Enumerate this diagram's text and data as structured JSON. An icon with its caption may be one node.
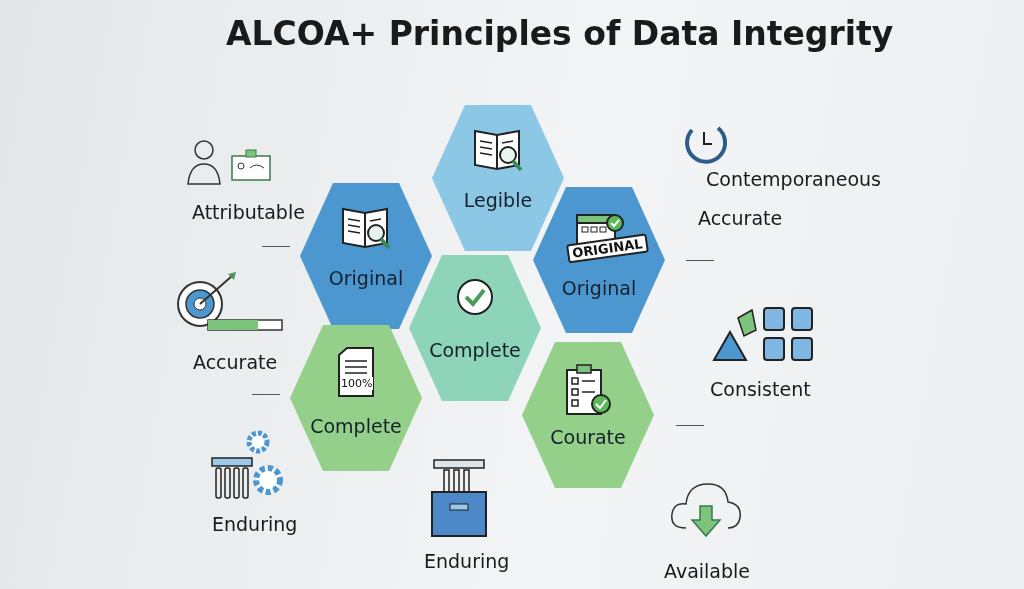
{
  "diagram": {
    "title": "ALCOA+ Principles of Data Integrity",
    "nodes": [
      {
        "text": [
          "Legible"
        ]
      },
      {
        "text": [
          "Original"
        ]
      },
      {
        "text": [
          "ORIGINAL",
          "Original"
        ]
      },
      {
        "text": [
          "Complete"
        ]
      },
      {
        "text": [
          "100%",
          "Complete"
        ]
      },
      {
        "text": [
          "Courate"
        ]
      }
    ],
    "labels": [
      "Contemporaneous",
      "Attributable",
      "Accurate",
      "Accurate",
      "Consistent",
      "Enduring",
      "Enduring",
      "Available"
    ]
  }
}
